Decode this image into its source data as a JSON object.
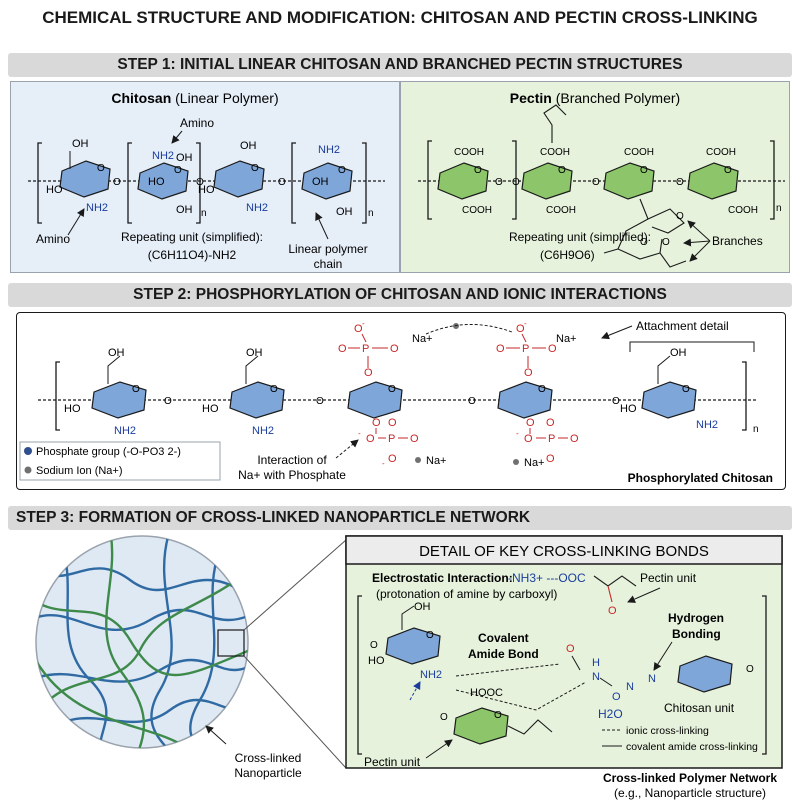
{
  "title": "CHEMICAL STRUCTURE AND MODIFICATION: CHITOSAN AND PECTIN CROSS-LINKING",
  "colors": {
    "chitosan_ring": "#7ea6d8",
    "pectin_ring": "#8cc56a",
    "phosphate": "#c62828",
    "amine": "#1a3d9c",
    "step1_left_bg": "#e6eef8",
    "step1_right_bg": "#e6f2dc"
  },
  "step1": {
    "banner": "STEP 1: INITIAL LINEAR CHITOSAN AND BRANCHED PECTIN STRUCTURES",
    "chitosan": {
      "name": "Chitosan",
      "type": "(Linear Polymer)",
      "amino_top": "Amino",
      "amino_left": "Amino",
      "oh": "OH",
      "ho": "HO",
      "nh2": "NH2",
      "n": "n",
      "repeat_label": "Repeating unit (simplified):",
      "repeat_formula": "(C6H11O4)-NH2",
      "chain_label_1": "Linear polymer",
      "chain_label_2": "chain"
    },
    "pectin": {
      "name": "Pectin",
      "type": "(Branched Polymer)",
      "cooh": "COOH",
      "n": "n",
      "repeat_label": "Repeating unit (simplified):",
      "repeat_formula": "(C6H9O6)",
      "branches": "Branches"
    }
  },
  "step2": {
    "banner": "STEP 2: PHOSPHORYLATION OF CHITOSAN AND IONIC INTERACTIONS",
    "na": "Na+",
    "attachment": "Attachment detail",
    "oh": "OH",
    "ho": "HO",
    "nh2": "NH2",
    "n": "n",
    "legend_phosphate": "Phosphate group (-O-PO3 2-)",
    "legend_sodium": "Sodium Ion (Na+)",
    "interaction_1": "Interaction of",
    "interaction_2": "Na+ with Phosphate",
    "product": "Phosphorylated Chitosan"
  },
  "step3": {
    "banner": "STEP 3: FORMATION OF CROSS-LINKED NANOPARTICLE NETWORK",
    "nanoparticle_1": "Cross-linked",
    "nanoparticle_2": "Nanoparticle",
    "detail_title": "DETAIL OF KEY CROSS-LINKING BONDS",
    "electrostatic": "Electrostatic Interaction:",
    "electro_formula": "-NH3+ ---OOC",
    "protonation": "(protonation of amine by carboxyl)",
    "pectin_unit_top": "Pectin unit",
    "covalent_1": "Covalent",
    "covalent_2": "Amide Bond",
    "hydrogen_1": "Hydrogen",
    "hydrogen_2": "Bonding",
    "chitosan_unit": "Chitosan unit",
    "pectin_unit_bottom": "Pectin unit",
    "h2o": "H2O",
    "hooc": "HOOC",
    "legend_ionic": "ionic cross-linking",
    "legend_covalent": "covalent amide cross-linking",
    "network_1": "Cross-linked Polymer Network",
    "network_2": "(e.g., Nanoparticle structure)"
  }
}
